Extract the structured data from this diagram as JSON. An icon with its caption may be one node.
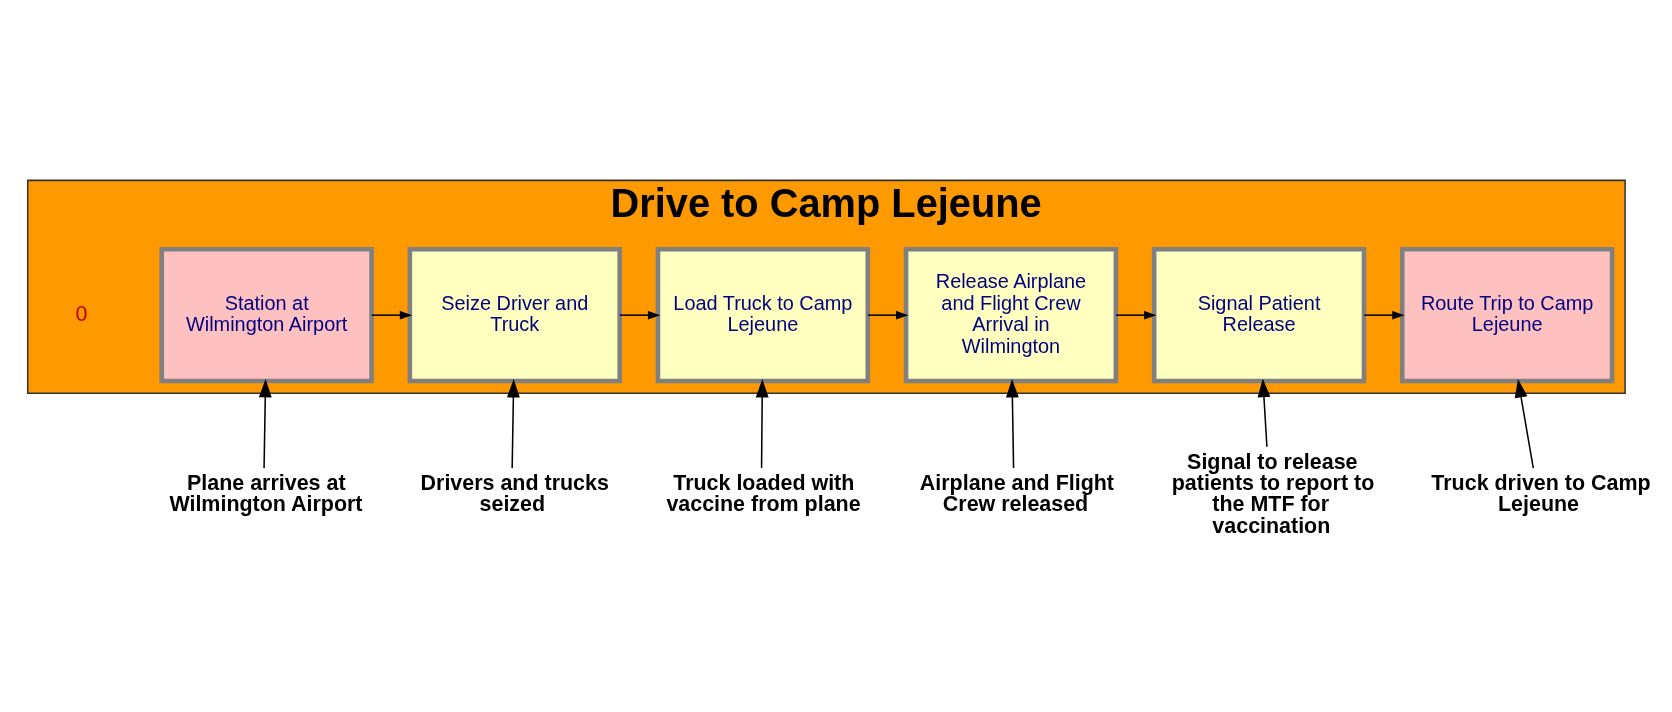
{
  "diagram": {
    "nodes": [
      {
        "text": [
          "Drive to Camp Lejeune"
        ]
      },
      {
        "text": [
          "Station at Wilmington Airport"
        ],
        "in": 0
      },
      {
        "text": [
          "Seize Driver and Truck"
        ],
        "in": 0
      },
      {
        "text": [
          "Load Truck to Camp Lejeune"
        ],
        "in": 0
      },
      {
        "text": [
          "Release Airplane and Flight Crew Arrival in Wilmington"
        ],
        "in": 0
      },
      {
        "text": [
          "Signal Patient Release"
        ],
        "in": 0
      },
      {
        "text": [
          "Route Trip to Camp Lejeune"
        ],
        "in": 0
      },
      {
        "text": [
          "Plane arrives at Wilmington Airport"
        ]
      },
      {
        "text": [
          "Drivers and trucks seized"
        ]
      },
      {
        "text": [
          "Truck loaded with vaccine from plane"
        ]
      },
      {
        "text": [
          "Airplane and Flight Crew released"
        ]
      },
      {
        "text": [
          "Signal to release patients to report to the MTF for vaccination"
        ]
      },
      {
        "text": [
          "Truck driven to Camp Lejeune"
        ]
      }
    ],
    "edges": [
      {
        "from": 1,
        "to": 2,
        "arrow": "to"
      },
      {
        "from": 2,
        "to": 3,
        "arrow": "to"
      },
      {
        "from": 3,
        "to": 4,
        "arrow": "to"
      },
      {
        "from": 4,
        "to": 5,
        "arrow": "to"
      },
      {
        "from": 5,
        "to": 6,
        "arrow": "to"
      },
      {
        "from": 7,
        "to": 1,
        "arrow": "to"
      },
      {
        "from": 8,
        "to": 2,
        "arrow": "to"
      },
      {
        "from": 9,
        "to": 3,
        "arrow": "to"
      },
      {
        "from": 10,
        "to": 4,
        "arrow": "to"
      },
      {
        "from": 11,
        "to": 5,
        "arrow": "to"
      },
      {
        "from": 12,
        "to": 6,
        "arrow": "to"
      }
    ],
    "labels": [
      "0"
    ]
  }
}
